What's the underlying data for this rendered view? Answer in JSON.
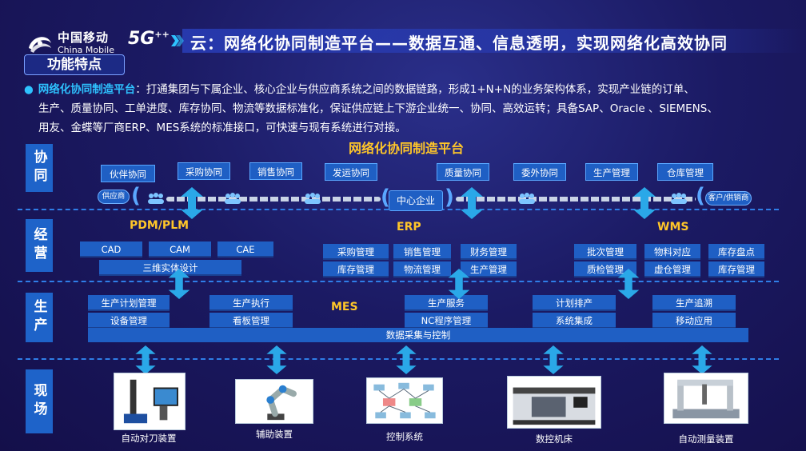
{
  "header": {
    "logo_cn": "中国移动",
    "logo_en": "China Mobile",
    "logo_5g": "5G",
    "logo_5g_sup": "++",
    "title": "云：网络化协同制造平台——数据互通、信息透明，实现网络化高效协同"
  },
  "features": {
    "box_label": "功能特点",
    "lead": "网络化协同制造平台",
    "line1": "：打通集团与下属企业、核心企业与供应商系统之间的数据链路，形成1+N+N的业务架构体系，实现产业链的订单、",
    "line2": "生产、质量协同、工单进度、库存协同、物流等数据标准化，保证供应链上下游企业统一、协同、高效运转；具备SAP、Oracle 、SIEMENS、",
    "line3": "用友、金蝶等厂商ERP、MES系统的标准接口，可快速与现有系统进行对接。"
  },
  "diagram": {
    "platform_title": "网络化协同制造平台",
    "layers": {
      "collab": "协同",
      "operate": "经营",
      "produce": "生产",
      "site": "现场"
    },
    "collab_chips": [
      "伙伴协同",
      "采购协同",
      "销售协同",
      "发运协同",
      "质量协同",
      "委外协同",
      "生产管理",
      "仓库管理"
    ],
    "supplier": "供应商",
    "center": "中心企业",
    "customer": "客户/供销商",
    "systems": {
      "pdm": "PDM/PLM",
      "erp": "ERP",
      "wms": "WMS",
      "mes": "MES"
    },
    "pdm_chips": [
      "CAD",
      "CAM",
      "CAE"
    ],
    "pdm_wide": "三维实体设计",
    "erp_chips": [
      "采购管理",
      "销售管理",
      "财务管理",
      "库存管理",
      "物流管理",
      "生产管理"
    ],
    "wms_chips": [
      "批次管理",
      "物料对应",
      "库存盘点",
      "质检管理",
      "虚仓管理",
      "库存管理"
    ],
    "mes_chips": [
      "生产计划管理",
      "设备管理",
      "生产执行",
      "看板管理",
      "生产服务",
      "NC程序管理",
      "计划排产",
      "系统集成",
      "生产追溯",
      "移动应用"
    ],
    "data_bar": "数据采集与控制",
    "devices": [
      "自动对刀装置",
      "辅助装置",
      "控制系统",
      "数控机床",
      "自动测量装置"
    ]
  },
  "colors": {
    "accent_yellow": "#ffc629",
    "accent_cyan": "#2ec2ff",
    "chip_blue": "#1f5fc4",
    "label_blue": "#1e63c9",
    "dash_blue": "#2f7ee8"
  }
}
